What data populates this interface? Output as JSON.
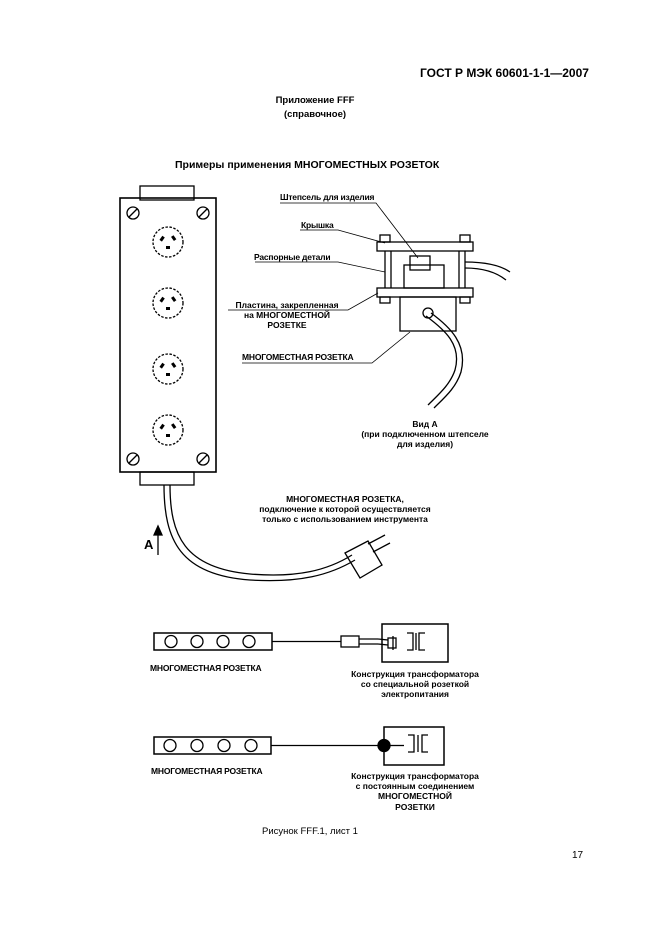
{
  "header": {
    "standard": "ГОСТ Р МЭК 60601-1-1—2007"
  },
  "annex": {
    "title": "Приложение FFF",
    "subtitle": "(справочное)"
  },
  "section_title": "Примеры применения МНОГОМЕСТНЫХ РОЗЕТОК",
  "detail_labels": {
    "plug": "Штепсель для изделия",
    "cover": "Крышка",
    "spacers": "Распорные детали",
    "plate_line1": "Пластина, закрепленная",
    "plate_line2": "на МНОГОМЕСТНОЙ",
    "plate_line3": "РОЗЕТКЕ",
    "mso": "МНОГОМЕСТНАЯ РОЗЕТКА"
  },
  "view_a": {
    "line1": "Вид А",
    "line2": "(при подключенном штепселе",
    "line3": "для изделия)"
  },
  "tool_note": {
    "line1": "МНОГОМЕСТНАЯ РОЗЕТКА,",
    "line2": "подключение к которой осуществляется",
    "line3": "только с использованием инструмента"
  },
  "arrow_label": "A",
  "example1": {
    "mso_label": "МНОГОМЕСТНАЯ РОЗЕТКА",
    "transformer_line1": "Конструкция трансформатора",
    "transformer_line2": "со специальной розеткой",
    "transformer_line3": "электропитания"
  },
  "example2": {
    "mso_label": "МНОГОМЕСТНАЯ РОЗЕТКА",
    "transformer_line1": "Конструкция трансформатора",
    "transformer_line2": "с постоянным соединением",
    "transformer_line3": "МНОГОМЕСТНОЙ",
    "transformer_line4": "РОЗЕТКИ"
  },
  "caption": "Рисунок FFF.1, лист 1",
  "page_number": "17"
}
